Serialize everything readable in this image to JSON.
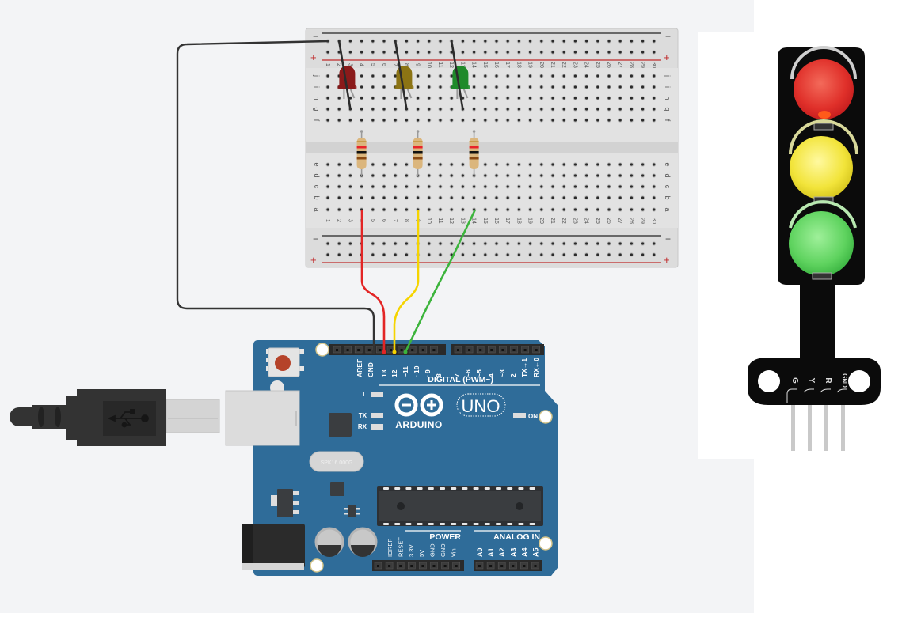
{
  "breadboard": {
    "columns": 30,
    "rows_top": [
      "j",
      "i",
      "h",
      "g",
      "f"
    ],
    "rows_bottom": [
      "e",
      "d",
      "c",
      "b",
      "a"
    ],
    "rail_minus": "−",
    "rail_plus": "+",
    "leds": [
      {
        "name": "red-led",
        "color": "#8b1a1a",
        "column": 3
      },
      {
        "name": "yellow-led",
        "color": "#8c7414",
        "column": 8
      },
      {
        "name": "green-led",
        "color": "#1f8a2a",
        "column": 13
      }
    ],
    "resistor_bands": [
      "#e8242a",
      "#111111",
      "#8a4a14"
    ]
  },
  "arduino": {
    "logo_text": "ARDUINO",
    "model": "UNO",
    "digital_label": "DIGITAL (PWM~)",
    "digital_pins": [
      "AREF",
      "GND",
      "13",
      "12",
      "~11",
      "~10",
      "~9",
      "8",
      "7",
      "~6",
      "~5",
      "4",
      "~3",
      "2",
      "TX→1",
      "RX←0"
    ],
    "led_labels": {
      "l": "L",
      "tx": "TX",
      "rx": "RX",
      "on": "ON"
    },
    "crystal_label": "SPK16.000G",
    "power_label": "POWER",
    "power_pins": [
      "IOREF",
      "RESET",
      "3.3V",
      "5V",
      "GND",
      "GND",
      "Vin"
    ],
    "analog_label": "ANALOG IN",
    "analog_pins": [
      "A0",
      "A1",
      "A2",
      "A3",
      "A4",
      "A5"
    ]
  },
  "wires": [
    {
      "name": "gnd-wire",
      "color": "#333333",
      "from": "GND",
      "to": "breadboard -"
    },
    {
      "name": "red-wire",
      "color": "#e32525",
      "from": "13",
      "to": "a4"
    },
    {
      "name": "yellow-wire",
      "color": "#f5d400",
      "from": "12",
      "to": "a9"
    },
    {
      "name": "green-wire",
      "color": "#3cb43c",
      "from": "~11",
      "to": "a14"
    }
  ],
  "traffic_light_module": {
    "pin_labels": [
      "G",
      "Y",
      "R",
      "GND"
    ],
    "lights": [
      "#e53935",
      "#f2e43a",
      "#5fd35f"
    ]
  },
  "colors": {
    "board_blue": "#2f6c99",
    "canvas_bg": "#f3f4f6"
  }
}
